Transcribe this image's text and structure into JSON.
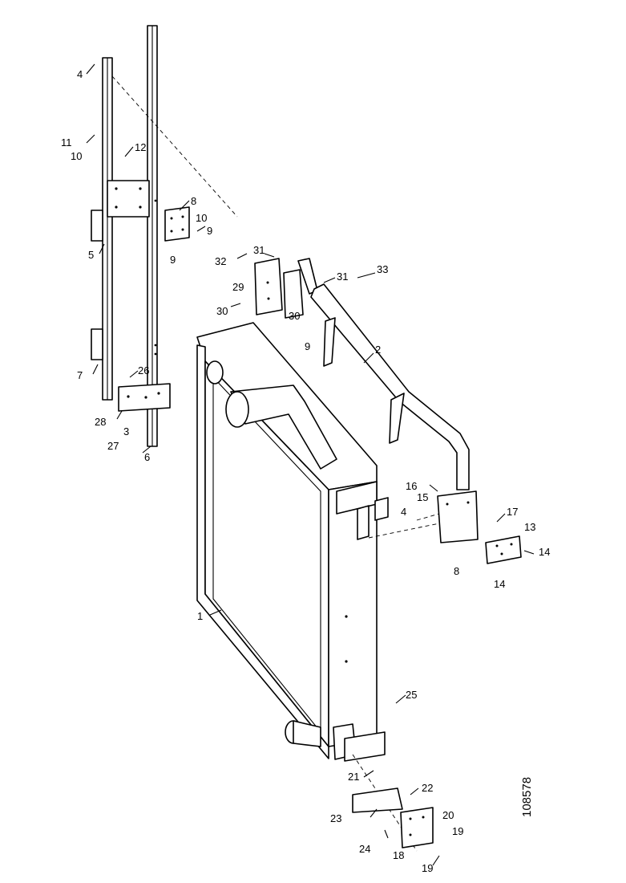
{
  "document_number": "108578",
  "callouts": [
    {
      "id": "c4a",
      "text": "4"
    },
    {
      "id": "c11",
      "text": "11"
    },
    {
      "id": "c10a",
      "text": "10"
    },
    {
      "id": "c12",
      "text": "12"
    },
    {
      "id": "c8a",
      "text": "8"
    },
    {
      "id": "c10b",
      "text": "10"
    },
    {
      "id": "c9a",
      "text": "9"
    },
    {
      "id": "c9b",
      "text": "9"
    },
    {
      "id": "c5",
      "text": "5"
    },
    {
      "id": "c32",
      "text": "32"
    },
    {
      "id": "c31a",
      "text": "31"
    },
    {
      "id": "c31b",
      "text": "31"
    },
    {
      "id": "c33",
      "text": "33"
    },
    {
      "id": "c29",
      "text": "29"
    },
    {
      "id": "c30a",
      "text": "30"
    },
    {
      "id": "c30b",
      "text": "30"
    },
    {
      "id": "c9c",
      "text": "9"
    },
    {
      "id": "c2",
      "text": "2"
    },
    {
      "id": "c7",
      "text": "7"
    },
    {
      "id": "c26",
      "text": "26"
    },
    {
      "id": "c28",
      "text": "28"
    },
    {
      "id": "c3",
      "text": "3"
    },
    {
      "id": "c27",
      "text": "27"
    },
    {
      "id": "c6",
      "text": "6"
    },
    {
      "id": "c16",
      "text": "16"
    },
    {
      "id": "c15",
      "text": "15"
    },
    {
      "id": "c4b",
      "text": "4"
    },
    {
      "id": "c17",
      "text": "17"
    },
    {
      "id": "c13",
      "text": "13"
    },
    {
      "id": "c14a",
      "text": "14"
    },
    {
      "id": "c8b",
      "text": "8"
    },
    {
      "id": "c14b",
      "text": "14"
    },
    {
      "id": "c1",
      "text": "1"
    },
    {
      "id": "c25",
      "text": "25"
    },
    {
      "id": "c21",
      "text": "21"
    },
    {
      "id": "c22",
      "text": "22"
    },
    {
      "id": "c23",
      "text": "23"
    },
    {
      "id": "c20",
      "text": "20"
    },
    {
      "id": "c19a",
      "text": "19"
    },
    {
      "id": "c24",
      "text": "24"
    },
    {
      "id": "c18",
      "text": "18"
    },
    {
      "id": "c19b",
      "text": "19"
    }
  ]
}
